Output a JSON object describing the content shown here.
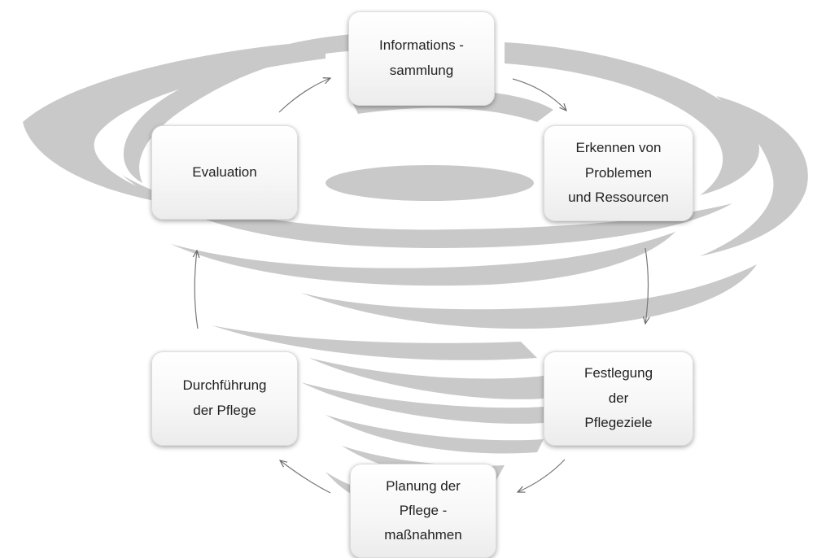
{
  "diagram": {
    "type": "cycle",
    "background": "tornado-swirl",
    "colors": {
      "swirl": "#c9c9c9",
      "box_top": "#ffffff",
      "box_bottom": "#ececec",
      "text": "#222222",
      "arrow": "#666666"
    },
    "nodes": [
      {
        "id": "info",
        "lines": [
          "Informations -",
          "sammlung"
        ]
      },
      {
        "id": "erk",
        "lines": [
          "Erkennen von",
          "Problemen",
          "und Ressourcen"
        ]
      },
      {
        "id": "fest",
        "lines": [
          "Festlegung",
          "der",
          "Pflegeziele"
        ]
      },
      {
        "id": "plan",
        "lines": [
          "Planung der",
          "Pflege -",
          "maßnahmen"
        ]
      },
      {
        "id": "durch",
        "lines": [
          "Durchführung",
          "der Pflege"
        ]
      },
      {
        "id": "eval",
        "lines": [
          "Evaluation"
        ]
      }
    ],
    "edges": [
      {
        "from": "info",
        "to": "erk"
      },
      {
        "from": "erk",
        "to": "fest"
      },
      {
        "from": "fest",
        "to": "plan"
      },
      {
        "from": "plan",
        "to": "durch"
      },
      {
        "from": "durch",
        "to": "eval"
      },
      {
        "from": "eval",
        "to": "info"
      }
    ]
  }
}
